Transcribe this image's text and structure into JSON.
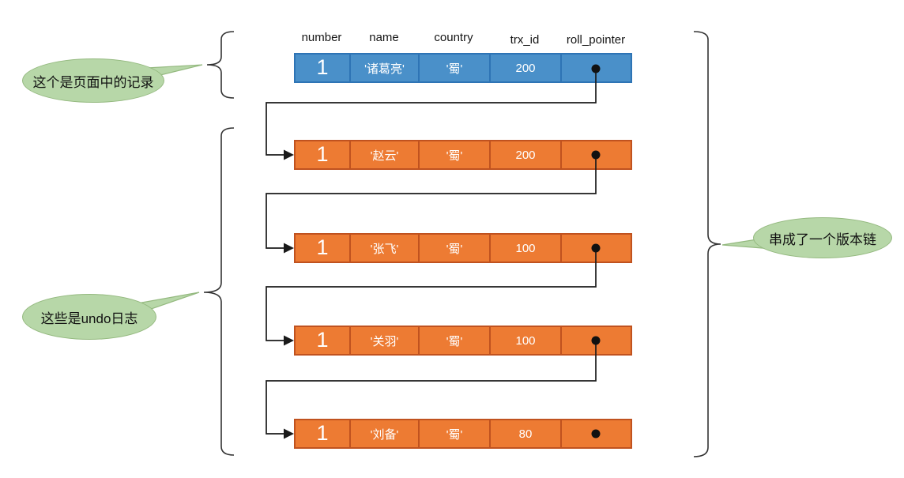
{
  "table": {
    "headers": [
      "number",
      "name",
      "country",
      "trx_id",
      "roll_pointer"
    ],
    "page_record": {
      "number": "1",
      "name": "'诸葛亮'",
      "country": "'蜀'",
      "trx_id": "200"
    },
    "undo_logs": [
      {
        "number": "1",
        "name": "'赵云'",
        "country": "'蜀'",
        "trx_id": "200"
      },
      {
        "number": "1",
        "name": "'张飞'",
        "country": "'蜀'",
        "trx_id": "100"
      },
      {
        "number": "1",
        "name": "'关羽'",
        "country": "'蜀'",
        "trx_id": "100"
      },
      {
        "number": "1",
        "name": "'刘备'",
        "country": "'蜀'",
        "trx_id": "80"
      }
    ]
  },
  "callouts": {
    "page_record_label": "这个是页面中的记录",
    "undo_logs_label": "这些是undo日志",
    "version_chain_label": "串成了一个版本链"
  },
  "colors": {
    "record_fill": "#4a90c9",
    "record_border": "#2e74b5",
    "undo_fill": "#ed7b33",
    "undo_border": "#c0521f",
    "callout_fill": "#b7d7a8",
    "callout_border": "#94b97f",
    "connector": "#1a1a1a"
  }
}
